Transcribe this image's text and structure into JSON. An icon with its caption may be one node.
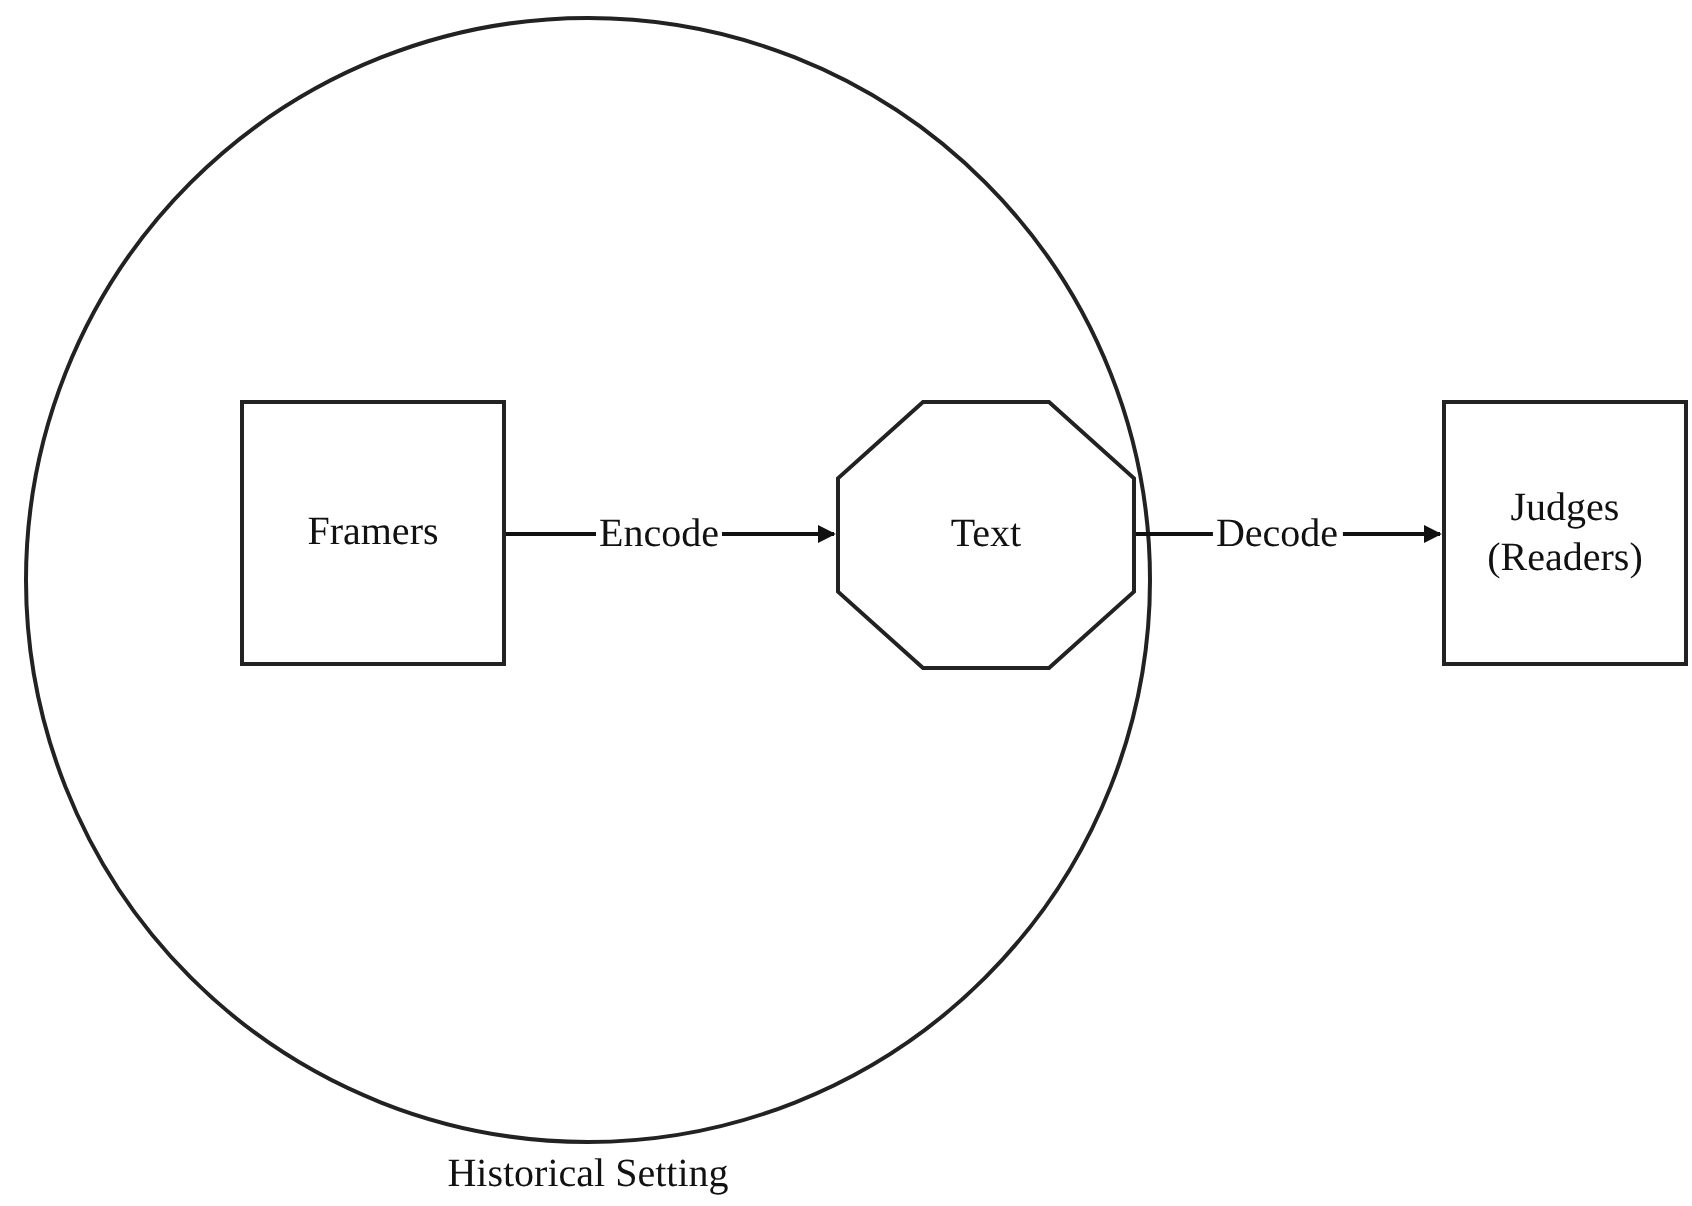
{
  "diagram": {
    "nodes": [
      {
        "text": [
          "Historical Setting"
        ]
      },
      {
        "text": [
          "Framers"
        ],
        "in": 0
      },
      {
        "text": [
          "Text"
        ],
        "in": 0
      },
      {
        "text": [
          "Judges (Readers)"
        ]
      }
    ],
    "edges": [
      {
        "from": 1,
        "to": 2,
        "arrow": "to",
        "label": "Encode"
      },
      {
        "from": 2,
        "to": 3,
        "arrow": "to",
        "label": "Decode"
      }
    ]
  }
}
